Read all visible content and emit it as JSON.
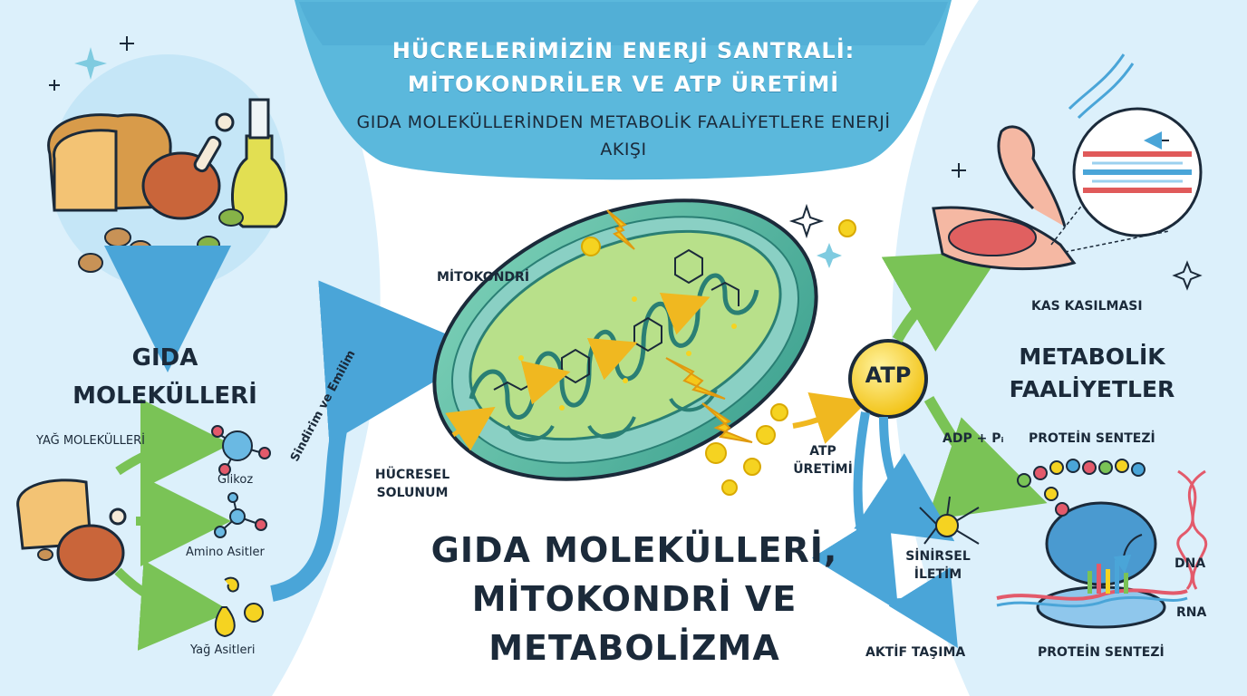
{
  "header": {
    "title": "HÜCRELERİMİZİN ENERJİ SANTRALİ: MİTOKONDRİLER VE ATP ÜRETİMİ",
    "subtitle": "GIDA MOLEKÜLLERİNDEN METABOLİK FAALİYETLERE ENERJİ AKIŞI"
  },
  "left_panel": {
    "heading": "GIDA MOLEKÜLLERİ",
    "fat_molecules": "YAĞ MOLEKÜLLERİ",
    "glucose": "Glikoz",
    "amino_acids": "Amino Asitler",
    "fatty_acids": "Yağ Asitleri",
    "digestion": "Sindirim ve Emilim"
  },
  "center": {
    "mitochondria": "MİTOKONDRİ",
    "cellular_respiration": "HÜCRESEL SOLUNUM",
    "atp_production": "ATP ÜRETİMİ",
    "main_title": "GIDA MOLEKÜLLERİ, MİTOKONDRİ VE METABOLİZMA"
  },
  "right_panel": {
    "atp": "ATP",
    "muscle_contraction": "KAS KASILMASI",
    "heading": "METABOLİK FAALİYETLER",
    "adp": "ADP + Pᵢ",
    "protein_synthesis_top": "PROTEİN SENTEZİ",
    "nerve_conduction": "SİNİRSEL İLETİM",
    "active_transport": "AKTİF TAŞIMA",
    "protein_synthesis_bottom": "PROTEİN SENTEZİ",
    "dna": "DNA",
    "rna": "RNA"
  },
  "colors": {
    "header_blue": "#5bb8dc",
    "panel_blue": "#d6eefa",
    "mito_green": "#6cc3a8",
    "mito_inner": "#b8e08a",
    "arrow_green": "#7ac356",
    "arrow_blue": "#4aa5d8",
    "atp_yellow": "#f5d321"
  }
}
